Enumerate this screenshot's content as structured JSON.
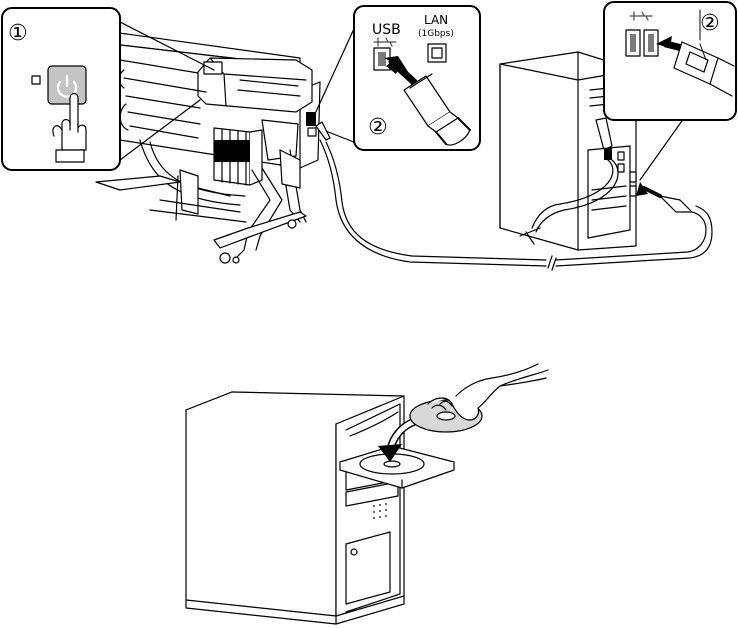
{
  "step_markers": {
    "power_step": "①",
    "cable_step_printer": "②",
    "cable_step_computer": "②"
  },
  "ports": {
    "usb_label": "USB",
    "lan_label": "LAN",
    "lan_sub_label": "(1Gbps)"
  },
  "colors": {
    "line": "#000000",
    "power_button_fill": "#c4c4c4",
    "usb_symbol": "#4a4a4a",
    "disc_fill": "#d8d8d8",
    "background": "#ffffff"
  },
  "icons": [
    "power-icon",
    "usb-icon",
    "lan-port-icon",
    "pointing-hand-icon",
    "arrow-icon",
    "hand-with-disc-icon"
  ]
}
